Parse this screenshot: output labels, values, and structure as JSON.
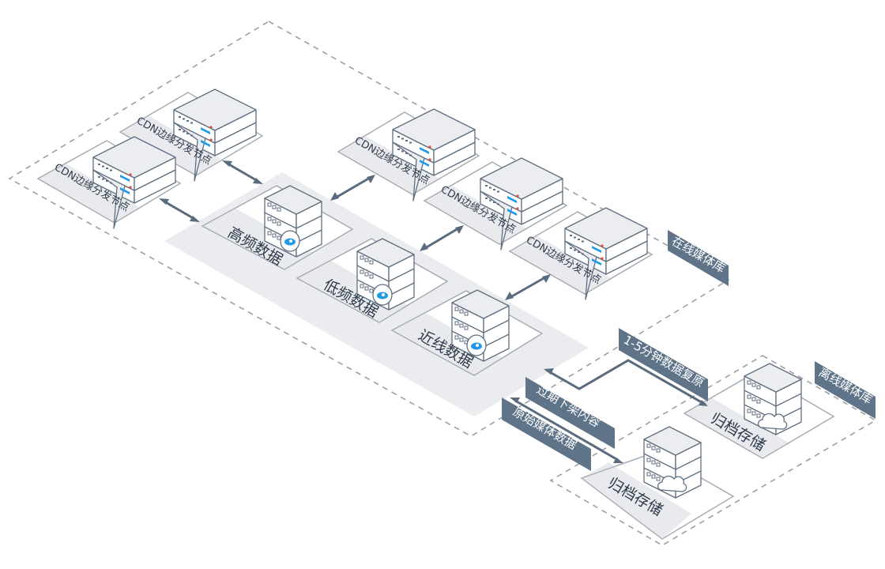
{
  "diagram": {
    "zones": {
      "online_library": {
        "label": "在线媒体库"
      },
      "offline_library": {
        "label": "离线媒体库"
      }
    },
    "cdn_nodes": [
      {
        "label": "CDN边缘分发节点"
      },
      {
        "label": "CDN边缘分发节点"
      },
      {
        "label": "CDN边缘分发节点"
      },
      {
        "label": "CDN边缘分发节点"
      },
      {
        "label": "CDN边缘分发节点"
      }
    ],
    "storage_tiers": [
      {
        "label": "高频数据"
      },
      {
        "label": "低频数据"
      },
      {
        "label": "近线数据"
      }
    ],
    "archive_nodes": [
      {
        "label": "归档存储"
      },
      {
        "label": "归档存储"
      }
    ],
    "flows": {
      "restore": {
        "label": "1-5分钟数据复原"
      },
      "expired": {
        "label": "过期下架内容"
      },
      "raw": {
        "label": "原始媒体数据"
      }
    },
    "colors": {
      "accent_blue": "#1e9be8",
      "alert_red": "#e8493b",
      "tag_slate": "#5f7488",
      "stroke_slate": "#5f6f80"
    }
  }
}
